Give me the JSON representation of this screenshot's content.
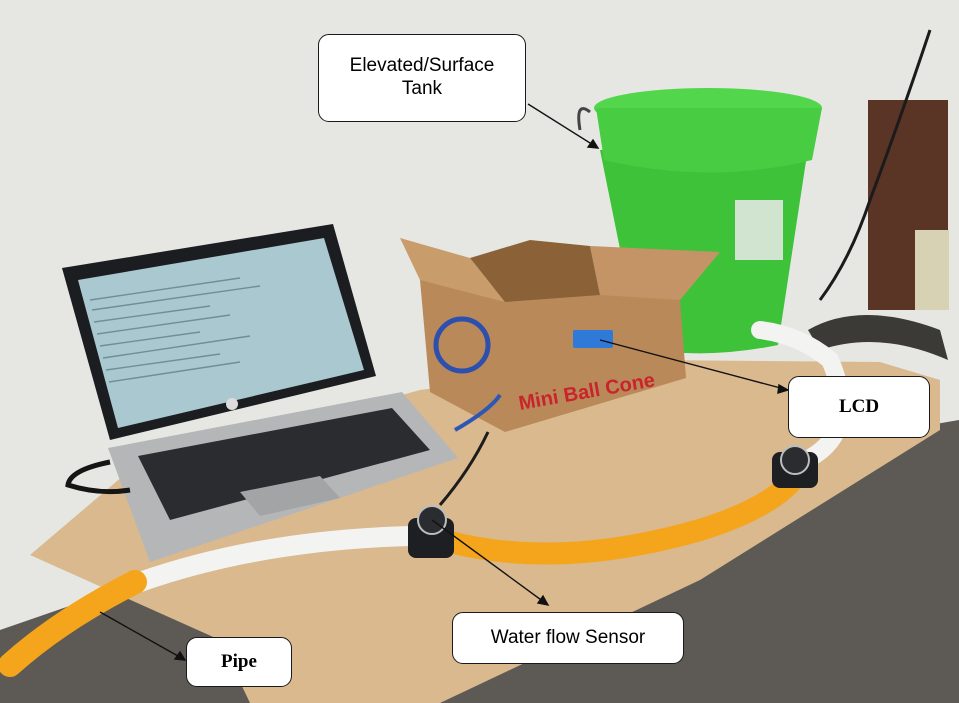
{
  "image": {
    "description_free": true,
    "palette": {
      "wall": "#e6e7e2",
      "table": "#d9b98d",
      "floor": "#5d5a55",
      "bucket": "#3dc23a",
      "laptop_body": "#b4b6b8",
      "laptop_bezel": "#1b1d20",
      "screen": "#a9c8cf",
      "box": "#b9895a",
      "orange_hose": "#f4a51c",
      "white_pipe": "#f3f3f1",
      "lcd": "#2f79d8",
      "callout_border": "#1a1a1a",
      "leader_line": "#111111"
    }
  },
  "callouts": {
    "tank": {
      "line1": "Elevated/Surface",
      "line2": "Tank"
    },
    "lcd": {
      "text": "LCD"
    },
    "sensor": {
      "text": "Water flow Sensor"
    },
    "pipe": {
      "text": "Pipe"
    }
  }
}
